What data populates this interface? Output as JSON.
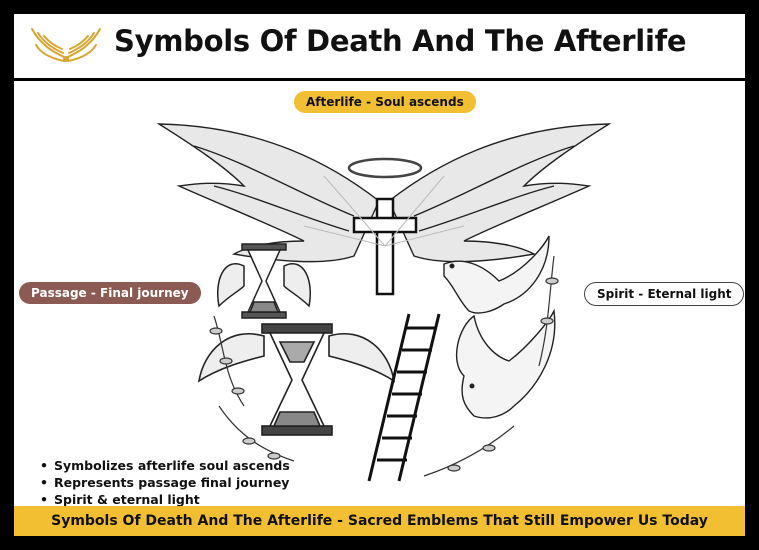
{
  "header": {
    "title": "Symbols Of Death And The Afterlife",
    "logo_icon": "golden-wings-icon"
  },
  "labels": {
    "afterlife": "Afterlife - Soul ascends",
    "passage": "Passage - Final journey",
    "spirit": "Spirit - Eternal light"
  },
  "bullets": [
    "Symbolizes afterlife soul ascends",
    "Represents passage final journey",
    "Spirit & eternal light"
  ],
  "footer": {
    "text": "Symbols Of Death And The Afterlife - Sacred Emblems That Still Empower Us Today"
  },
  "colors": {
    "accent_yellow": "#f2bf33",
    "passage_brown": "#8b5a53",
    "frame": "#000000",
    "logo_gold": "#d9a531"
  },
  "illustration": {
    "icons": [
      "winged-cross-icon",
      "halo-icon",
      "winged-hourglass-icon",
      "ladder-icon",
      "dove-icon",
      "leaf-branch-icon"
    ]
  }
}
